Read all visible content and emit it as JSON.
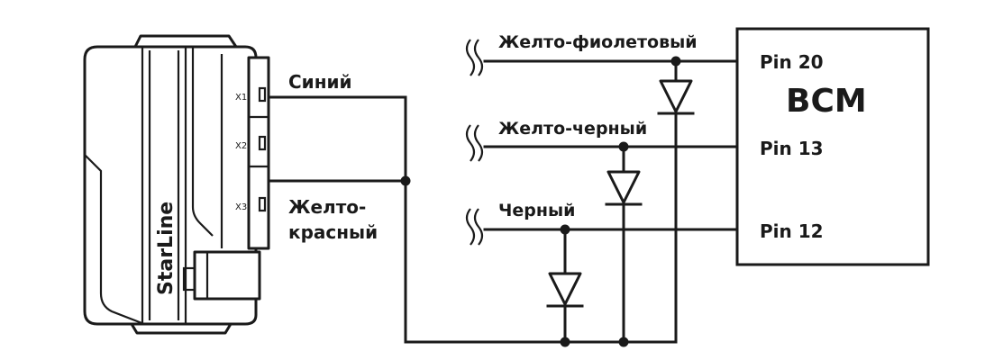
{
  "device": {
    "brand": "StarLine",
    "connectors": [
      "X1",
      "X2",
      "X3"
    ]
  },
  "wires": {
    "blue": "Синий",
    "yellow_red_line1": "Желто-",
    "yellow_red_line2": "красный",
    "yellow_violet": "Желто-фиолетовый",
    "yellow_black": "Желто-черный",
    "black": "Черный"
  },
  "bcm": {
    "title": "BCM",
    "pins": [
      "Pin 20",
      "Pin 13",
      "Pin 12"
    ]
  },
  "colors": {
    "line": "#1a1a1a",
    "background": "#ffffff"
  }
}
